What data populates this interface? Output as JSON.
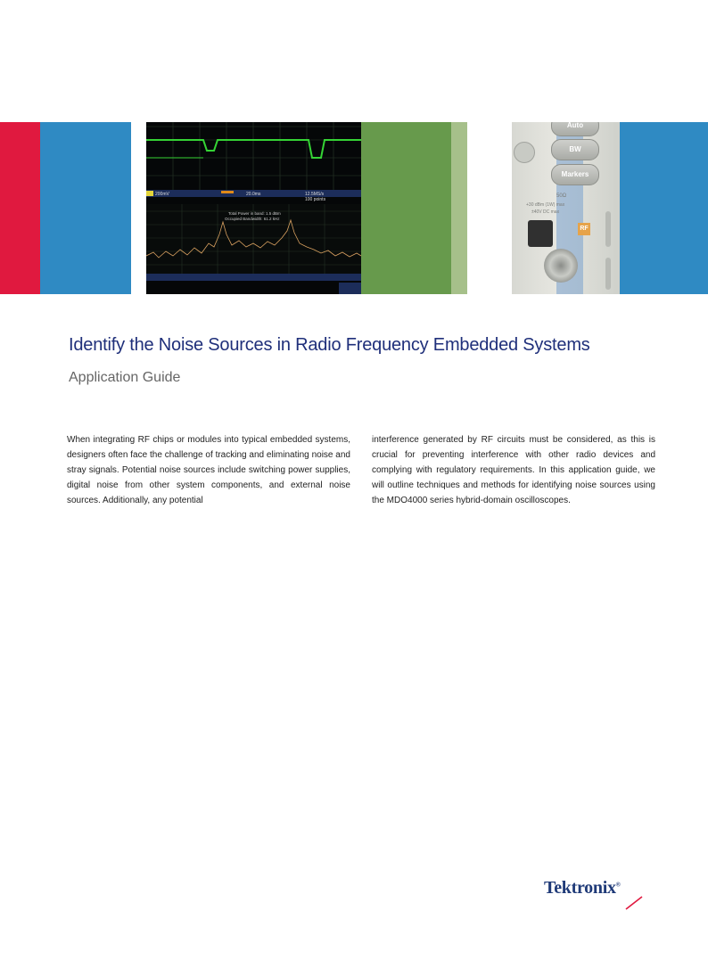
{
  "banner": {
    "colors": [
      "#e0193f",
      "#2f8ac3",
      "#ffffff",
      "#679a4c",
      "#a6c08a",
      "#2f8ac3"
    ],
    "scope_readouts": [
      "200mV",
      "20.0ms",
      "12.5MS/s",
      "100 points"
    ],
    "scope_annotations": [
      "Total Power in band: 1.5 dBm",
      "Occupied Bandwidth: 61.2 kHz"
    ],
    "device_buttons": [
      "Auto",
      "BW",
      "Markers"
    ],
    "device_labels": [
      "50Ω",
      "+30 dBm (1W) max",
      "±40V DC max",
      "RF"
    ]
  },
  "doc": {
    "title": "Identify the Noise Sources in Radio Frequency Embedded Systems",
    "subtitle": "Application Guide",
    "col_left": "When integrating RF chips or modules into typical embedded systems, designers often face the challenge of tracking and eliminating noise and stray signals. Potential noise sources include switching power supplies, digital noise from other system components, and external noise sources. Additionally, any potential",
    "col_right": "interference generated by RF circuits must be considered, as this is crucial for preventing interference with other radio devices and complying with regulatory requirements. In this application guide, we will outline techniques and methods for identifying noise sources using the MDO4000 series hybrid-domain oscilloscopes."
  },
  "brand": {
    "logo_text": "Tektronix",
    "mark": "®",
    "color": "#1f3a78",
    "accent": "#e0193f"
  }
}
